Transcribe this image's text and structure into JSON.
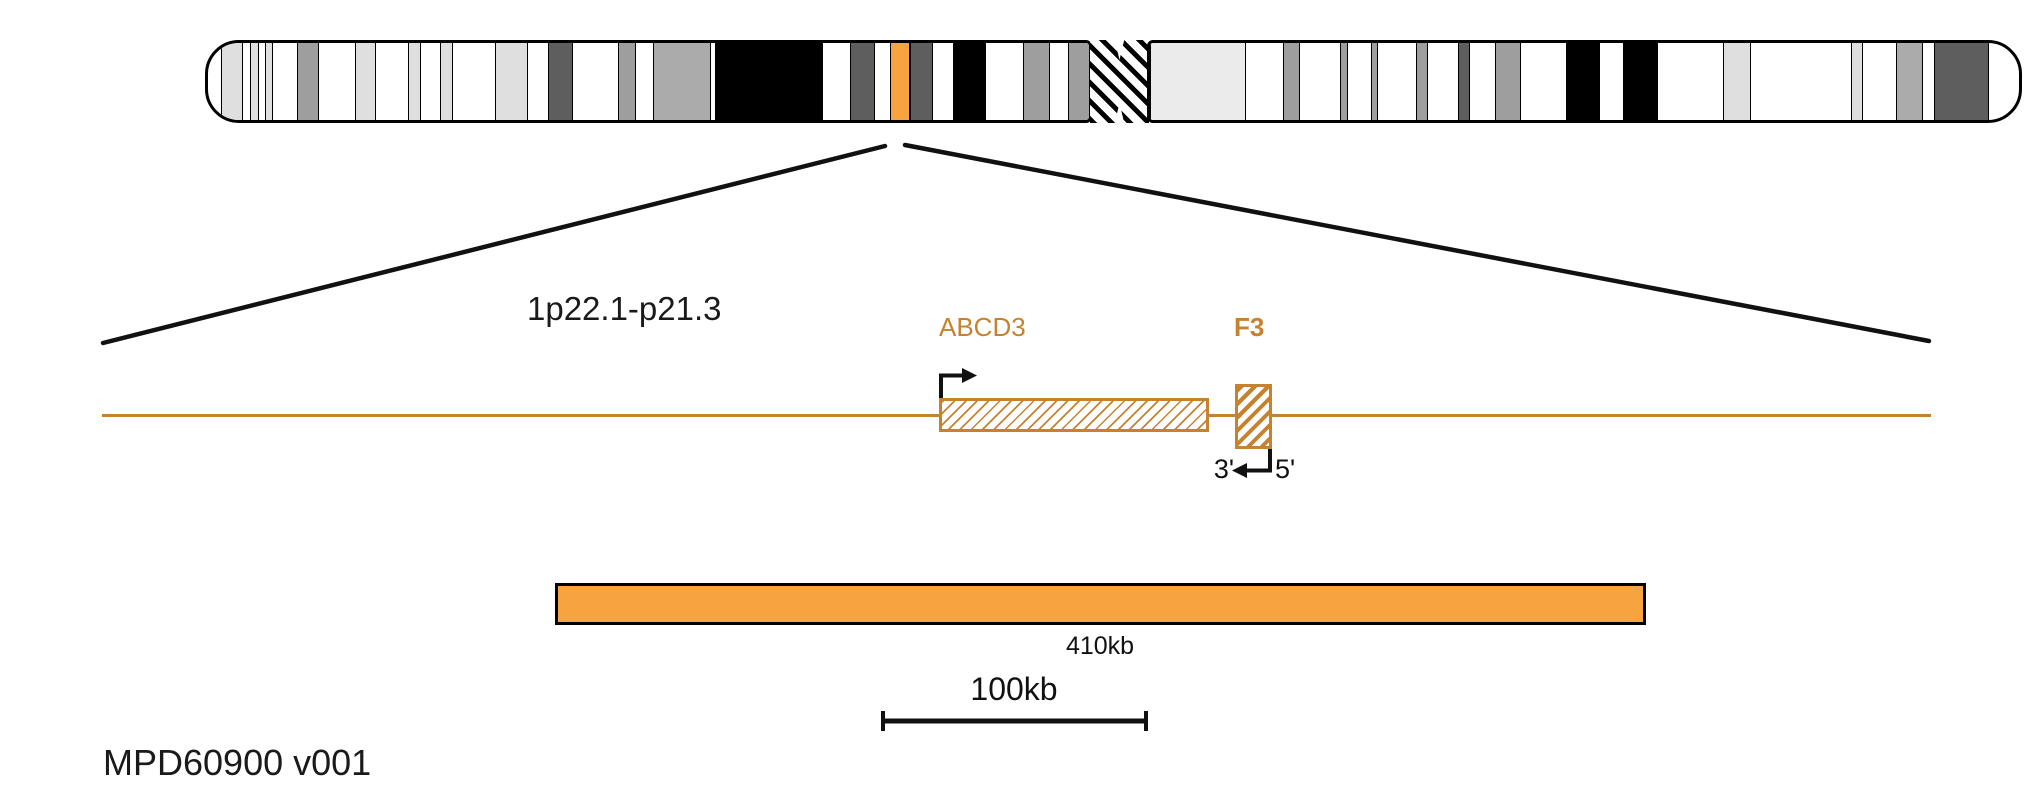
{
  "figure": {
    "type": "genomic-locus-diagram",
    "background": "#ffffff"
  },
  "colors": {
    "orange_bright": "#F6A340",
    "orange_dark": "#C6822F",
    "ink": "#111111"
  },
  "labels": {
    "region": "1p22.1-p21.3",
    "gene_abcd3": "ABCD3",
    "gene_f3": "F3",
    "three_prime": "3'",
    "five_prime": "5'",
    "bar_size": "410kb",
    "scale_size": "100kb",
    "footer": "MPD60900 v001"
  },
  "ideogram": {
    "description": "human chromosome ideogram with highlighted band at 1p22.1-p21.3 and hatched centromere",
    "band_colors": {
      "w": "#ffffff",
      "lg": "#dfdfdf",
      "xg": "#ebebeb",
      "mg": "#9e9e9e",
      "ag": "#ababab",
      "dg": "#5e5e5e",
      "k": "#000000",
      "o": "#F6A340"
    },
    "left_arm_bands": [
      [
        13,
        22,
        "lg"
      ],
      [
        42,
        9,
        "lg"
      ],
      [
        57,
        8,
        "lg"
      ],
      [
        89,
        22,
        "mg"
      ],
      [
        147,
        21,
        "lg"
      ],
      [
        200,
        13,
        "lg"
      ],
      [
        232,
        13,
        "lg"
      ],
      [
        287,
        33,
        "lg"
      ],
      [
        340,
        25,
        "dg"
      ],
      [
        410,
        18,
        "mg"
      ],
      [
        445,
        58,
        "ag"
      ],
      [
        507,
        108,
        "k"
      ],
      [
        642,
        25,
        "dg"
      ],
      [
        682,
        20,
        "o"
      ],
      [
        702,
        23,
        "dg"
      ],
      [
        745,
        33,
        "k"
      ],
      [
        815,
        27,
        "mg"
      ],
      [
        860,
        22,
        "mg"
      ]
    ],
    "right_arm_bands": [
      [
        0,
        96,
        "xg"
      ],
      [
        133,
        17,
        "mg"
      ],
      [
        190,
        8,
        "mg"
      ],
      [
        221,
        7,
        "mg"
      ],
      [
        266,
        12,
        "mg"
      ],
      [
        308,
        12,
        "dg"
      ],
      [
        345,
        26,
        "mg"
      ],
      [
        416,
        34,
        "k"
      ],
      [
        473,
        35,
        "k"
      ],
      [
        573,
        28,
        "lg"
      ],
      [
        701,
        12,
        "lg"
      ],
      [
        746,
        27,
        "ag"
      ],
      [
        784,
        55,
        "dg"
      ]
    ],
    "highlight_band_color_key": "o"
  }
}
